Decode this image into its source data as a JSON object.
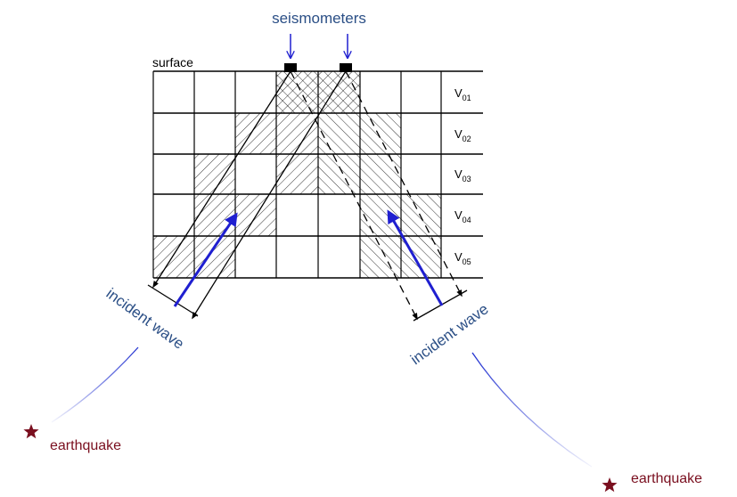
{
  "labels": {
    "seismometers": "seismometers",
    "surface": "surface",
    "incident_wave_left": "incident wave",
    "incident_wave_right": "incident wave",
    "earthquake_left": "earthquake",
    "earthquake_right": "earthquake"
  },
  "layers": [
    {
      "v": "V",
      "sub": "01"
    },
    {
      "v": "V",
      "sub": "02"
    },
    {
      "v": "V",
      "sub": "03"
    },
    {
      "v": "V",
      "sub": "04"
    },
    {
      "v": "V",
      "sub": "05"
    }
  ],
  "colors": {
    "label_blue": "#2b4f86",
    "arrow_blue": "#1f1fd0",
    "earthquake_red": "#7a0f1f"
  },
  "icons": {
    "earthquake": "star-icon",
    "seismometer": "square-icon"
  }
}
